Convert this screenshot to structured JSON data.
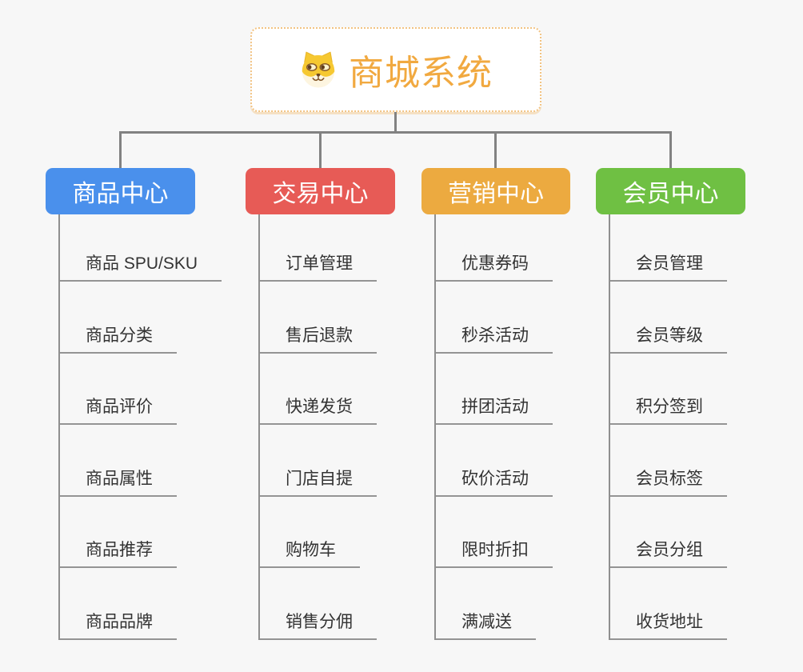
{
  "page": {
    "background_color": "#f7f7f7",
    "connector_color": "#828282",
    "child_text_color": "#333333"
  },
  "root": {
    "title": "商城系统",
    "icon": "dog-face-icon",
    "text_color": "#f1a940",
    "border_color": "#f2c382",
    "background_color": "#ffffff"
  },
  "branches": [
    {
      "label": "商品中心",
      "color": "#4a90ec",
      "children": [
        "商品 SPU/SKU",
        "商品分类",
        "商品评价",
        "商品属性",
        "商品推荐",
        "商品品牌"
      ]
    },
    {
      "label": "交易中心",
      "color": "#e75b56",
      "children": [
        "订单管理",
        "售后退款",
        "快递发货",
        "门店自提",
        "购物车",
        "销售分佣"
      ]
    },
    {
      "label": "营销中心",
      "color": "#ecaa40",
      "children": [
        "优惠券码",
        "秒杀活动",
        "拼团活动",
        "砍价活动",
        "限时折扣",
        "满减送"
      ]
    },
    {
      "label": "会员中心",
      "color": "#6fc043",
      "children": [
        "会员管理",
        "会员等级",
        "积分签到",
        "会员标签",
        "会员分组",
        "收货地址"
      ]
    }
  ]
}
